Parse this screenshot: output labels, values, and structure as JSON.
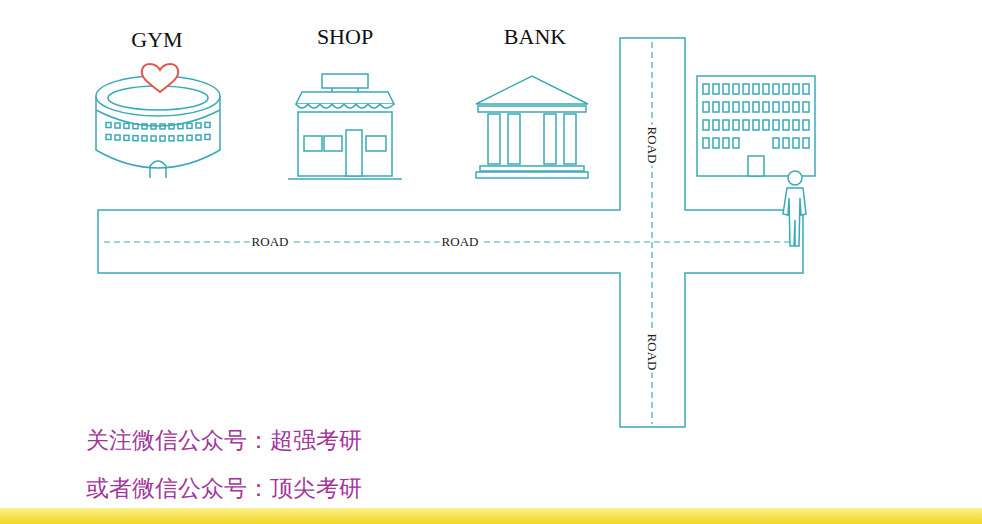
{
  "diagram": {
    "labels": [
      "GYM",
      "SHOP",
      "BANK",
      "ROAD",
      "ROAD",
      "ROAD",
      "ROAD",
      "关注微信公众号：超强考研",
      "或者微信公众号：顶尖考研"
    ]
  }
}
